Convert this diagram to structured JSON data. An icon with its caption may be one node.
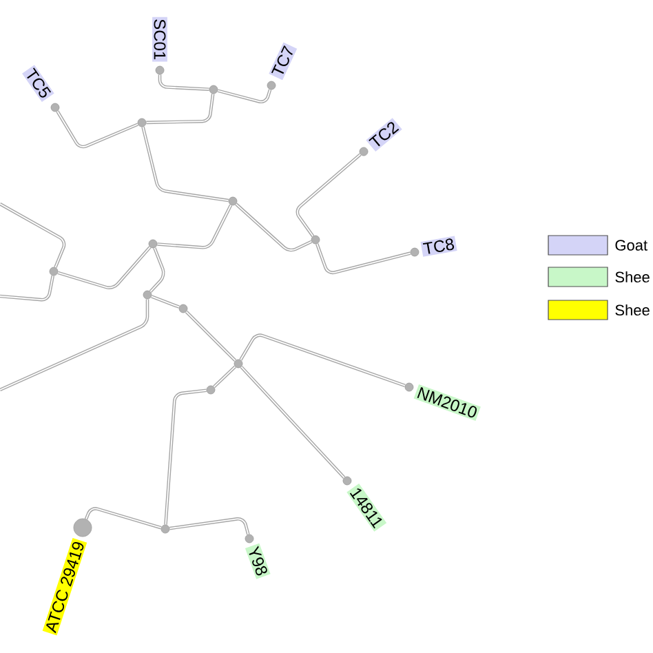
{
  "diagram": {
    "nodes": [
      {
        "text": [
          "TC5"
        ]
      },
      {
        "text": [
          "SC01"
        ]
      },
      {
        "text": [
          "TC7"
        ]
      },
      {
        "text": [
          "TC2"
        ]
      },
      {
        "text": [
          "TC8"
        ]
      },
      {
        "text": [
          "NM2010"
        ]
      },
      {
        "text": [
          "14811"
        ]
      },
      {
        "text": [
          "ATCC 29419"
        ]
      },
      {
        "text": [
          "Y98"
        ]
      },
      {
        "text": [],
        "shape": "circle"
      },
      {
        "text": [],
        "shape": "circle"
      },
      {
        "text": [],
        "shape": "circle"
      },
      {
        "text": [],
        "shape": "circle"
      },
      {
        "text": [],
        "shape": "circle"
      },
      {
        "text": [],
        "shape": "circle"
      },
      {
        "text": [],
        "shape": "circle"
      },
      {
        "text": [],
        "shape": "circle"
      },
      {
        "text": [],
        "shape": "circle"
      },
      {
        "text": [],
        "shape": "circle"
      },
      {
        "text": [],
        "shape": "circle"
      }
    ],
    "edges": [
      {
        "from": 14,
        "to": 13,
        "arrow": "none"
      },
      {
        "from": 13,
        "to": 11,
        "arrow": "none"
      },
      {
        "from": 13,
        "to": 15,
        "arrow": "none"
      },
      {
        "from": 11,
        "to": 9,
        "arrow": "none"
      },
      {
        "from": 9,
        "to": 0,
        "arrow": "none"
      },
      {
        "from": 9,
        "to": 10,
        "arrow": "none"
      },
      {
        "from": 10,
        "to": 1,
        "arrow": "none"
      },
      {
        "from": 10,
        "to": 2,
        "arrow": "none"
      },
      {
        "from": 11,
        "to": 12,
        "arrow": "none"
      },
      {
        "from": 12,
        "to": 3,
        "arrow": "none"
      },
      {
        "from": 12,
        "to": 4,
        "arrow": "none"
      },
      {
        "from": 15,
        "to": null,
        "arrow": "none"
      },
      {
        "from": 15,
        "to": null,
        "arrow": "none"
      },
      {
        "from": 14,
        "to": null,
        "arrow": "none"
      },
      {
        "from": 14,
        "to": 16,
        "arrow": "none"
      },
      {
        "from": 16,
        "to": 17,
        "arrow": "none"
      },
      {
        "from": 17,
        "to": 5,
        "arrow": "none"
      },
      {
        "from": 17,
        "to": 6,
        "arrow": "none"
      },
      {
        "from": 17,
        "to": 18,
        "arrow": "none"
      },
      {
        "from": 18,
        "to": 19,
        "arrow": "none"
      },
      {
        "from": 19,
        "to": 7,
        "arrow": "none"
      },
      {
        "from": 19,
        "to": 8,
        "arrow": "none"
      }
    ],
    "legend": [
      {
        "text": "Goat",
        "color": "#d4d4f7"
      },
      {
        "text": "Shee",
        "color": "#c8f7c8"
      },
      {
        "text": "Shee",
        "color": "#ffff00"
      }
    ]
  }
}
